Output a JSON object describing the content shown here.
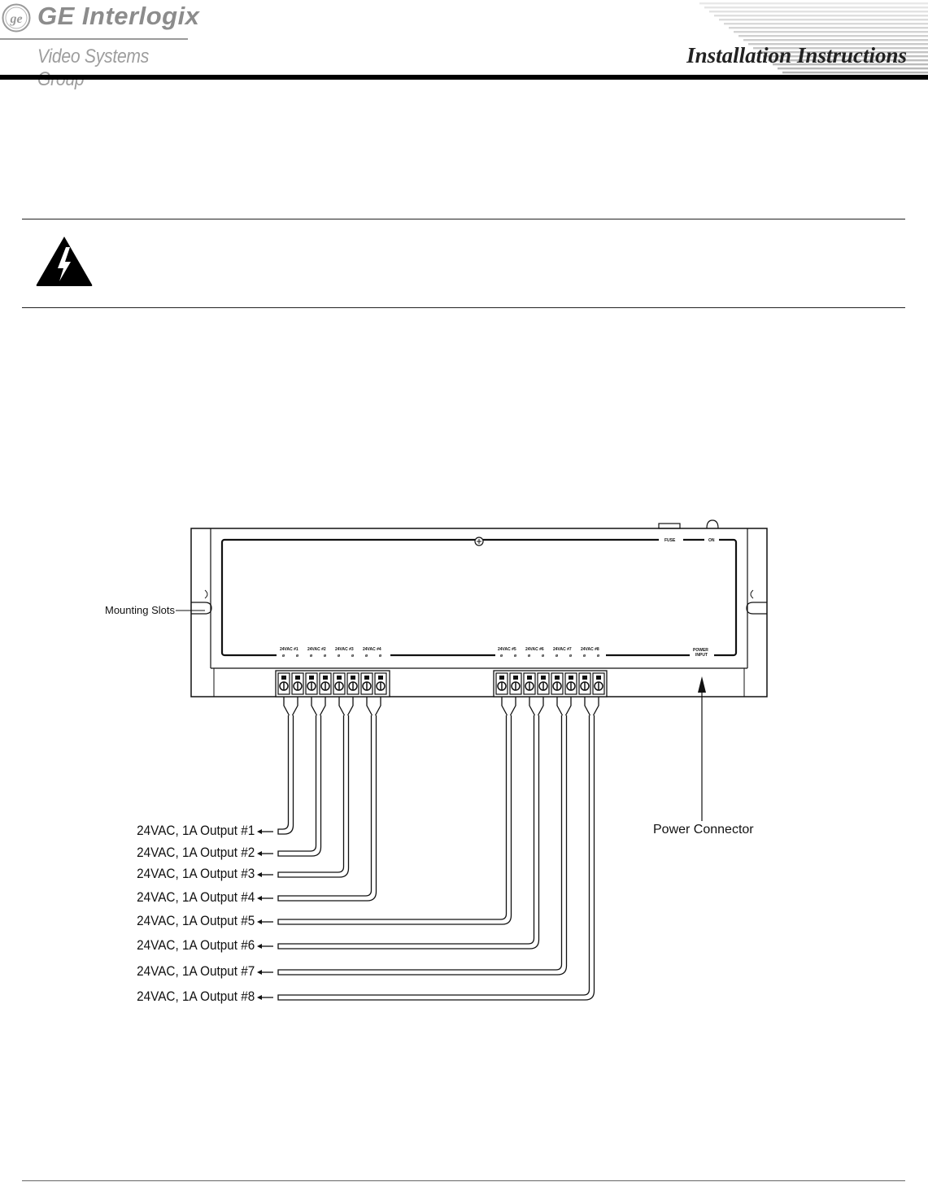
{
  "header": {
    "brand": "GE Interlogix",
    "subbrand": "Video Systems Group",
    "document_type": "Installation Instructions"
  },
  "icons": {
    "logo": "ge-monogram-icon",
    "warning": "electrical-hazard-warning-icon"
  },
  "diagram": {
    "mounting_slots_label": "Mounting Slots",
    "power_connector_label": "Power Connector",
    "panel_labels": {
      "fuse": "FUSE",
      "on": "ON",
      "power_input_line1": "POWER",
      "power_input_line2": "INPUT"
    },
    "terminal_groups": [
      {
        "label": "24VAC #1"
      },
      {
        "label": "24VAC #2"
      },
      {
        "label": "24VAC #3"
      },
      {
        "label": "24VAC #4"
      },
      {
        "label": "24VAC #5"
      },
      {
        "label": "24VAC #6"
      },
      {
        "label": "24VAC #7"
      },
      {
        "label": "24VAC #8"
      }
    ],
    "outputs": [
      {
        "label": "24VAC, 1A Output #1"
      },
      {
        "label": "24VAC, 1A Output #2"
      },
      {
        "label": "24VAC, 1A Output #3"
      },
      {
        "label": "24VAC, 1A Output #4"
      },
      {
        "label": "24VAC, 1A Output #5"
      },
      {
        "label": "24VAC, 1A Output #6"
      },
      {
        "label": "24VAC, 1A Output #7"
      },
      {
        "label": "24VAC, 1A Output #8"
      }
    ]
  }
}
